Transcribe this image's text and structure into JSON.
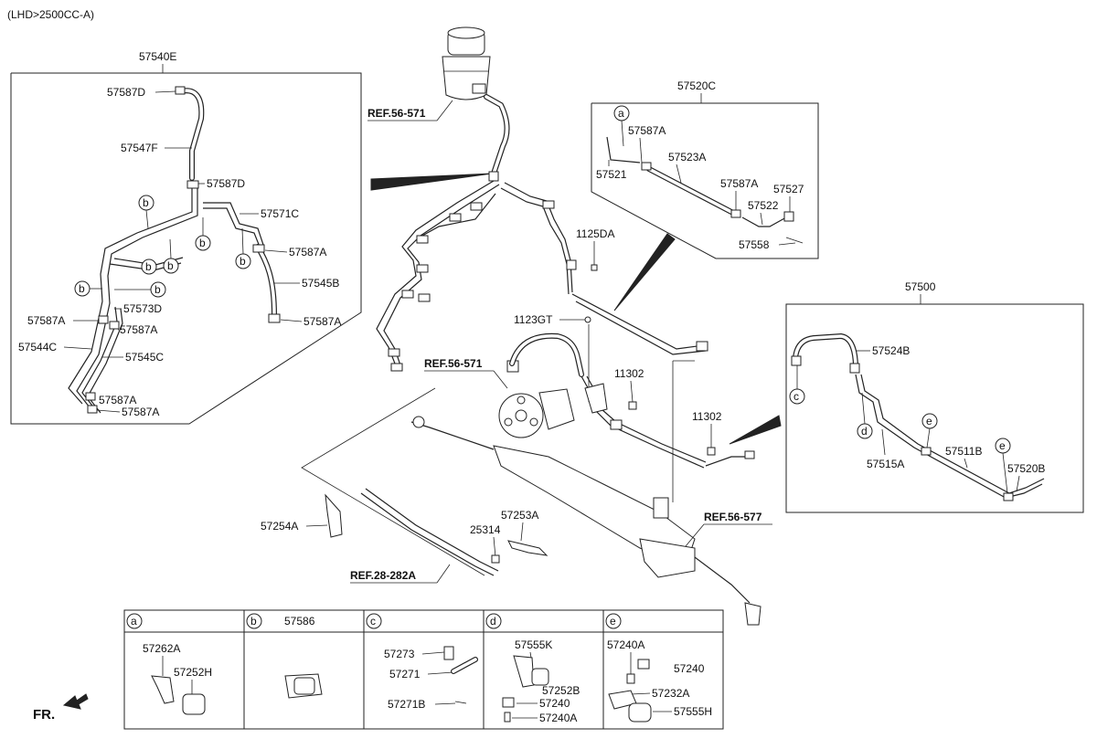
{
  "variant": "(LHD>2500CC-A)",
  "orientation": "FR.",
  "refs": {
    "reservoir": "REF.56-571",
    "pump": "REF.56-571",
    "gear": "REF.56-577",
    "line": "REF.28-282A"
  },
  "group_57540E": {
    "title": "57540E",
    "parts": [
      "57587D",
      "57547F",
      "57587D",
      "57571C",
      "57587A",
      "57545B",
      "57587A",
      "57573D",
      "57587A",
      "57587A",
      "57544C",
      "57545C",
      "57587A",
      "57587A"
    ],
    "markers": [
      "b",
      "b",
      "b",
      "b",
      "b",
      "b",
      "b"
    ]
  },
  "group_57520C": {
    "title": "57520C",
    "parts": [
      "57587A",
      "57521",
      "57523A",
      "57587A",
      "57527",
      "57522",
      "57558"
    ],
    "marker": "a"
  },
  "group_57500": {
    "title": "57500",
    "parts": [
      "57524B",
      "57515A",
      "57511B",
      "57520B"
    ],
    "markers": [
      "c",
      "d",
      "e",
      "e"
    ]
  },
  "center_parts": [
    "1125DA",
    "1123GT",
    "11302",
    "11302",
    "57254A",
    "25314",
    "57253A"
  ],
  "legend": [
    {
      "key": "a",
      "parts": [
        "57262A",
        "57252H"
      ]
    },
    {
      "key": "b",
      "parts": [
        "57586"
      ]
    },
    {
      "key": "c",
      "parts": [
        "57273",
        "57271",
        "57271B"
      ]
    },
    {
      "key": "d",
      "parts": [
        "57555K",
        "57252B",
        "57240",
        "57240A"
      ]
    },
    {
      "key": "e",
      "parts": [
        "57240A",
        "57240",
        "57232A",
        "57555H"
      ]
    }
  ]
}
